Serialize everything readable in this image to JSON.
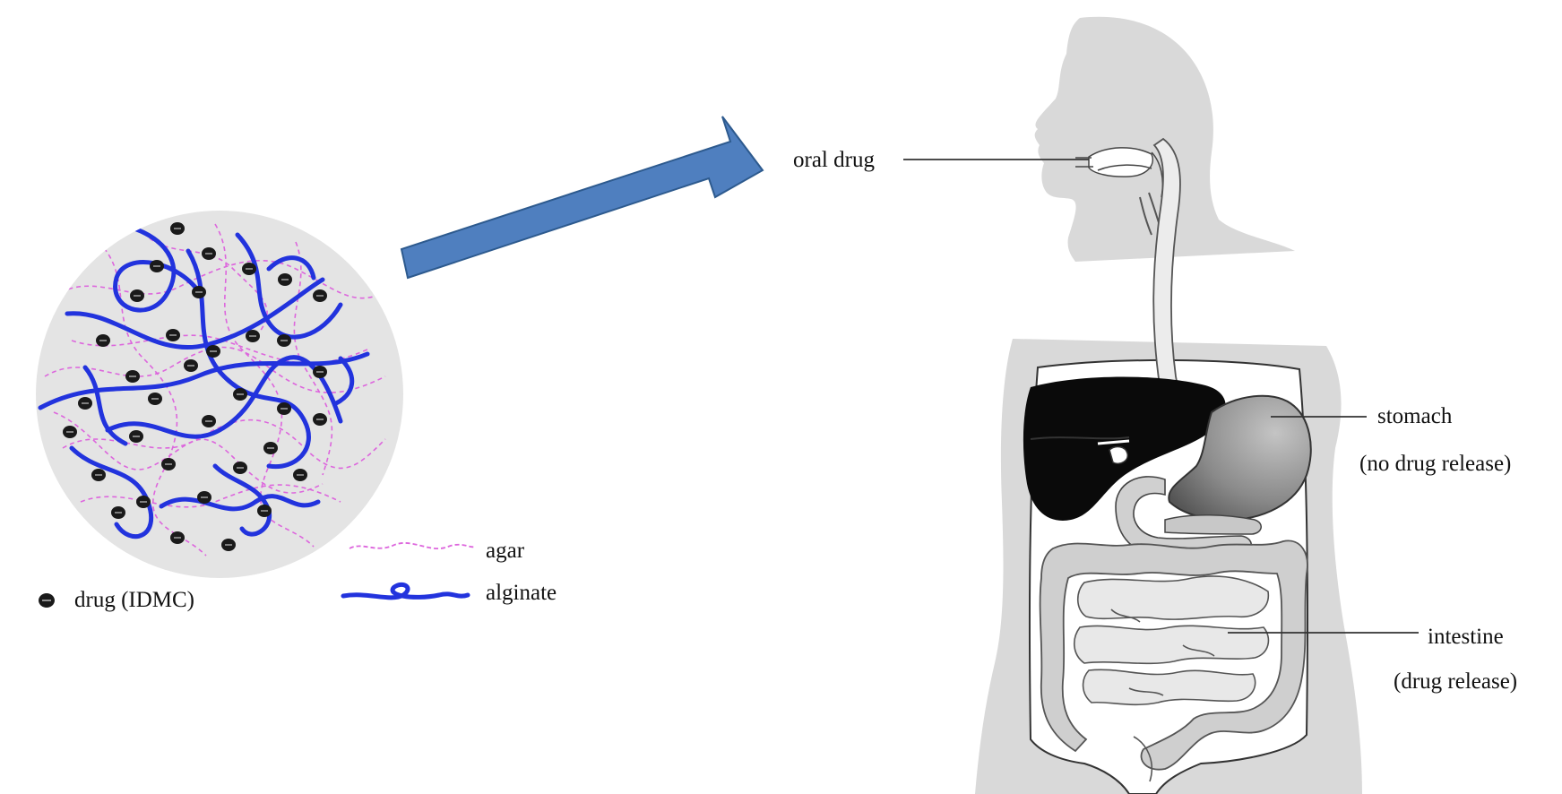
{
  "labels": {
    "oral_drug": "oral drug",
    "stomach": "stomach",
    "stomach_note": "(no drug release)",
    "intestine": "intestine",
    "intestine_note": "(drug release)"
  },
  "legend": {
    "agar": "agar",
    "alginate": "alginate",
    "drug": "drug (IDMC)"
  },
  "colors": {
    "alginate": "#2233dd",
    "agar": "#dd66dd",
    "drug": "#1a1a1a",
    "arrow": "#4f7fbf",
    "bead_background": "#e4e4e4",
    "silhouette": "#d9d9d9",
    "liver": "#0a0a0a",
    "stomach": "#8e8e8e"
  }
}
